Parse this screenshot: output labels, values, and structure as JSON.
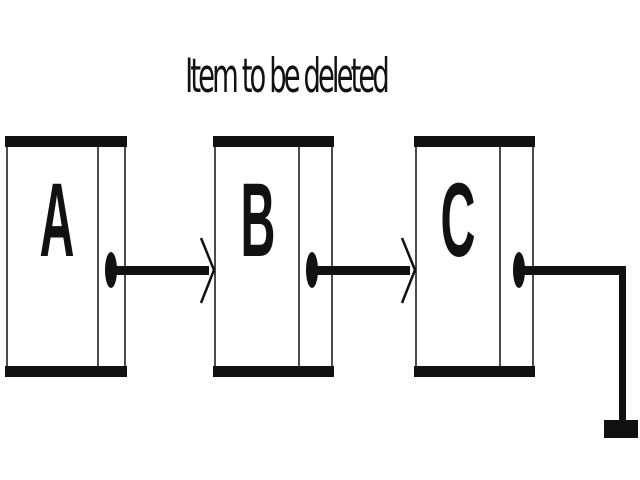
{
  "caption": "Item to be deleted",
  "nodes": [
    {
      "label": "A"
    },
    {
      "label": "B"
    },
    {
      "label": "C"
    }
  ],
  "colors": {
    "ink": "#111111",
    "background": "#ffffff"
  }
}
